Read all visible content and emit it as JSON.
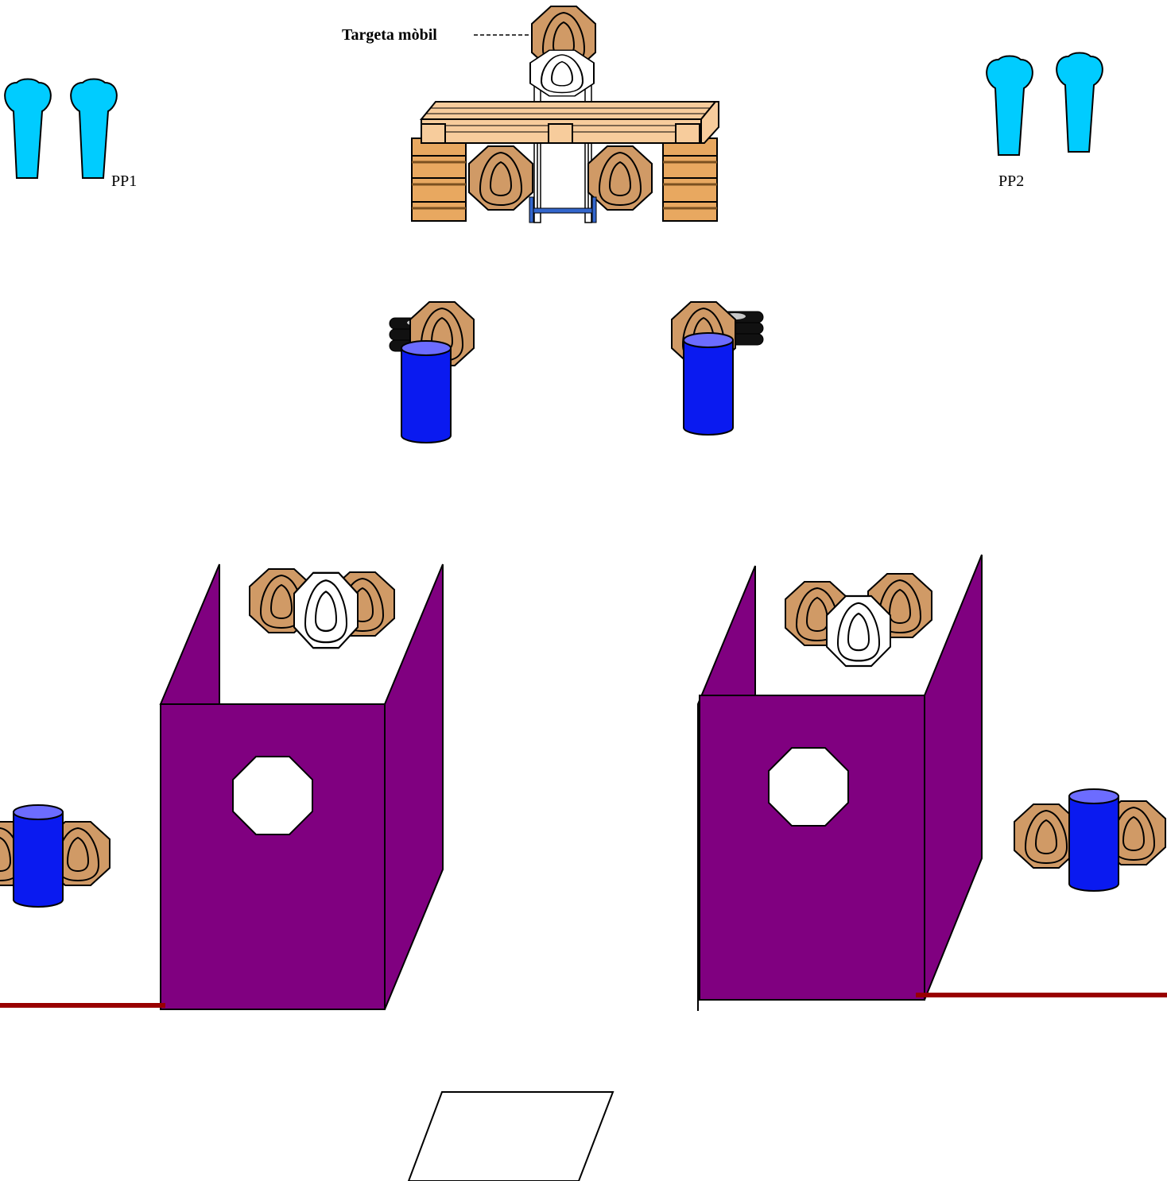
{
  "labels": {
    "mobile_target": "Targeta mòbil",
    "pp1": "PP1",
    "pp2": "PP2"
  },
  "colors": {
    "target_cardboard": "#D09A66",
    "target_white": "#FFFFFF",
    "popper": "#00CCFF",
    "barrel_blue": "#0A1AF0",
    "barrel_top": "#6C6CFF",
    "wall_purple": "#800080",
    "fault_line": "#990000",
    "wood_barrel": "#E8A860",
    "pallet": "#F7CC9C",
    "tire": "#111111",
    "frame_blue": "#3366CC"
  },
  "icons": [
    "cardboard-target-icon",
    "no-shoot-target-icon",
    "metal-popper-icon",
    "blue-barrel-icon",
    "tire-stack-icon",
    "wood-barrel-icon",
    "pallet-icon"
  ]
}
